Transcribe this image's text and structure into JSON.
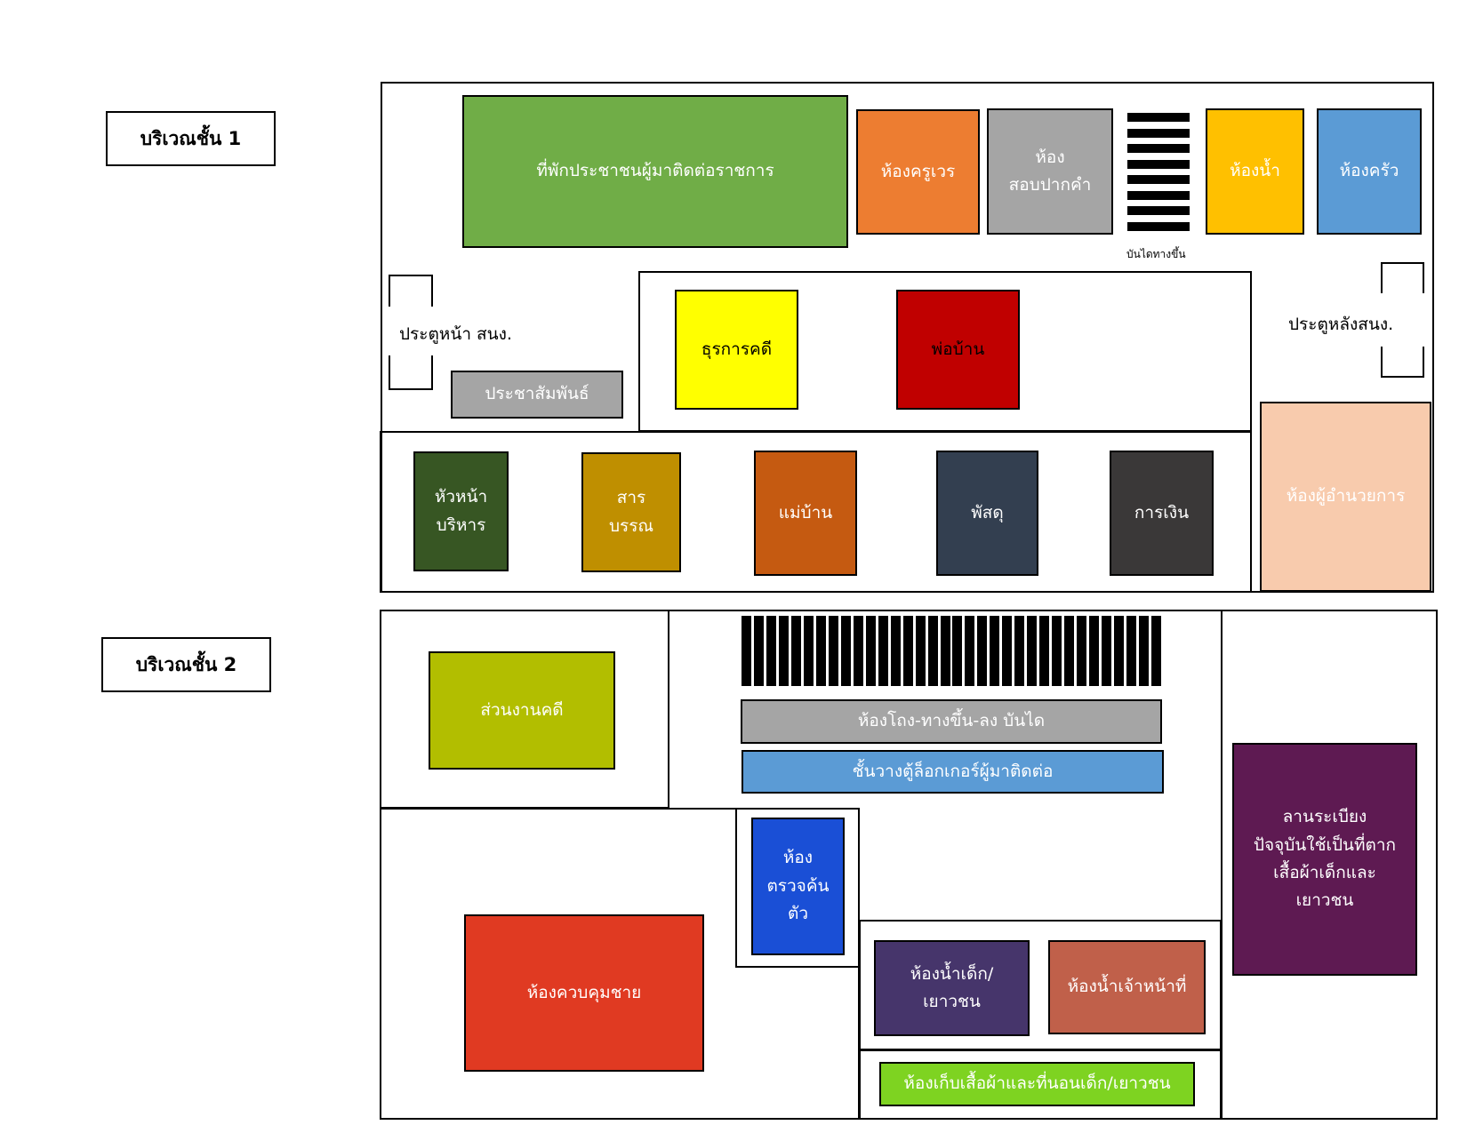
{
  "floors": [
    {
      "id": "floor-1",
      "label": "บริเวณชั้น 1"
    },
    {
      "id": "floor-2",
      "label": "บริเวณชั้น 2"
    }
  ],
  "rooms": {
    "visitor_waiting": {
      "label": "ที่พักประชาชนผู้มาติดต่อราชการ",
      "color": "#70AD47",
      "text": "#ffffff"
    },
    "duty_teacher": {
      "label": "ห้องครูเวร",
      "color": "#ED7D31",
      "text": "#ffffff"
    },
    "interrogation": {
      "label": "ห้อง\nสอบปากคำ",
      "color": "#A5A5A5",
      "text": "#ffffff"
    },
    "restroom": {
      "label": "ห้องน้ำ",
      "color": "#FFC000",
      "text": "#ffffff"
    },
    "kitchen": {
      "label": "ห้องครัว",
      "color": "#5B9BD5",
      "text": "#ffffff"
    },
    "public_relations": {
      "label": "ประชาสัมพันธ์",
      "color": "#A5A5A5",
      "text": "#ffffff"
    },
    "case_affairs": {
      "label": "ธุรการคดี",
      "color": "#FFFF00",
      "text": "#000000"
    },
    "house_father": {
      "label": "พ่อบ้าน",
      "color": "#C00000",
      "text": "#000000"
    },
    "director": {
      "label": "ห้องผู้อำนวยการ",
      "color": "#F8CBAD",
      "text": "#ffffff"
    },
    "admin_head": {
      "label": "หัวหน้า\nบริหาร",
      "color": "#375623",
      "text": "#ffffff"
    },
    "documents": {
      "label": "สาร\nบรรณ",
      "color": "#BF8F00",
      "text": "#ffffff"
    },
    "house_mother": {
      "label": "แม่บ้าน",
      "color": "#C55A11",
      "text": "#ffffff"
    },
    "supplies": {
      "label": "พัสดุ",
      "color": "#333F50",
      "text": "#ffffff"
    },
    "finance": {
      "label": "การเงิน",
      "color": "#3A3838",
      "text": "#ffffff"
    },
    "case_division": {
      "label": "ส่วนงานคดี",
      "color": "#B2BE00",
      "text": "#ffffff"
    },
    "hall_stairs": {
      "label": "ห้องโถง-ทางขึ้น-ลง บันได",
      "color": "#A5A5A5",
      "text": "#ffffff"
    },
    "locker_shelf": {
      "label": "ชั้นวางตู้ล็อกเกอร์ผู้มาติดต่อ",
      "color": "#5B9BD5",
      "text": "#ffffff"
    },
    "body_search": {
      "label": "ห้อง\nตรวจค้น\nตัว",
      "color": "#1A4FD6",
      "text": "#ffffff"
    },
    "terrace": {
      "label": "ลานระเบียง\nปัจจุบันใช้เป็นที่ตาก\nเสื้อผ้าเด็กและ\nเยาวชน",
      "color": "#5E1A52",
      "text": "#ffffff"
    },
    "male_control": {
      "label": "ห้องควบคุมชาย",
      "color": "#E03A22",
      "text": "#ffffff"
    },
    "youth_restroom": {
      "label": "ห้องน้ำเด็ก/\nเยาวชน",
      "color": "#46356B",
      "text": "#ffffff"
    },
    "staff_restroom": {
      "label": "ห้องน้ำเจ้าหน้าที่",
      "color": "#C0604A",
      "text": "#ffffff"
    },
    "clothing_storage": {
      "label": "ห้องเก็บเสื้อผ้าและที่นอนเด็ก/เยาวชน",
      "color": "#7ED321",
      "text": "#ffffff"
    }
  },
  "labels": {
    "stairs_up": "บันไดทางขึ้น",
    "front_door": "ประตูหน้า สนง.",
    "back_door": "ประตูหลังสนง."
  }
}
